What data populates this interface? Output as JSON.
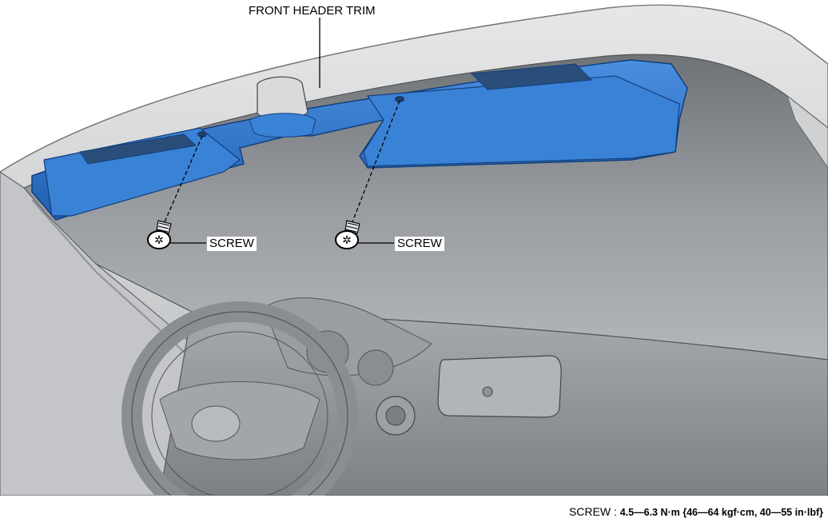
{
  "labels": {
    "front_header_trim": "FRONT HEADER TRIM",
    "screw_left": "SCREW",
    "screw_right": "SCREW"
  },
  "torque": {
    "part": "SCREW",
    "separator": " : ",
    "value": "4.5—6.3 N·m {46—64 kgf·cm, 40—55 in·lbf}"
  },
  "colors": {
    "trim_blue": "#2f76c9",
    "trim_blue_dark": "#1d56a0",
    "roof_gray": "#c9cbcd",
    "glass_gray": "#8c9094",
    "dash_gray": "#b9bcbf"
  }
}
